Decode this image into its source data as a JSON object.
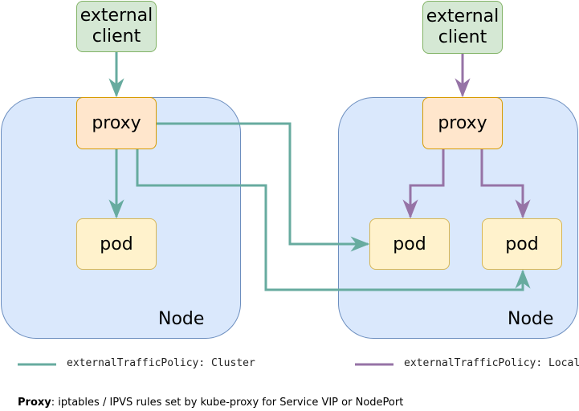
{
  "diagram": {
    "nodes": [
      {
        "label": "Node"
      },
      {
        "label": "Node"
      }
    ],
    "clients": [
      {
        "label": "external\nclient"
      },
      {
        "label": "external\nclient"
      }
    ],
    "proxies": [
      {
        "label": "proxy"
      },
      {
        "label": "proxy"
      }
    ],
    "pods": [
      {
        "label": "pod"
      },
      {
        "label": "pod"
      },
      {
        "label": "pod"
      }
    ]
  },
  "legend": {
    "cluster": {
      "label": "externalTrafficPolicy: Cluster",
      "color": "#67AB9F"
    },
    "local": {
      "label": "externalTrafficPolicy: Local",
      "color": "#9673A6"
    }
  },
  "footnote": {
    "term": "Proxy",
    "text": ": iptables / IPVS rules set by kube-proxy for Service VIP or NodePort"
  }
}
